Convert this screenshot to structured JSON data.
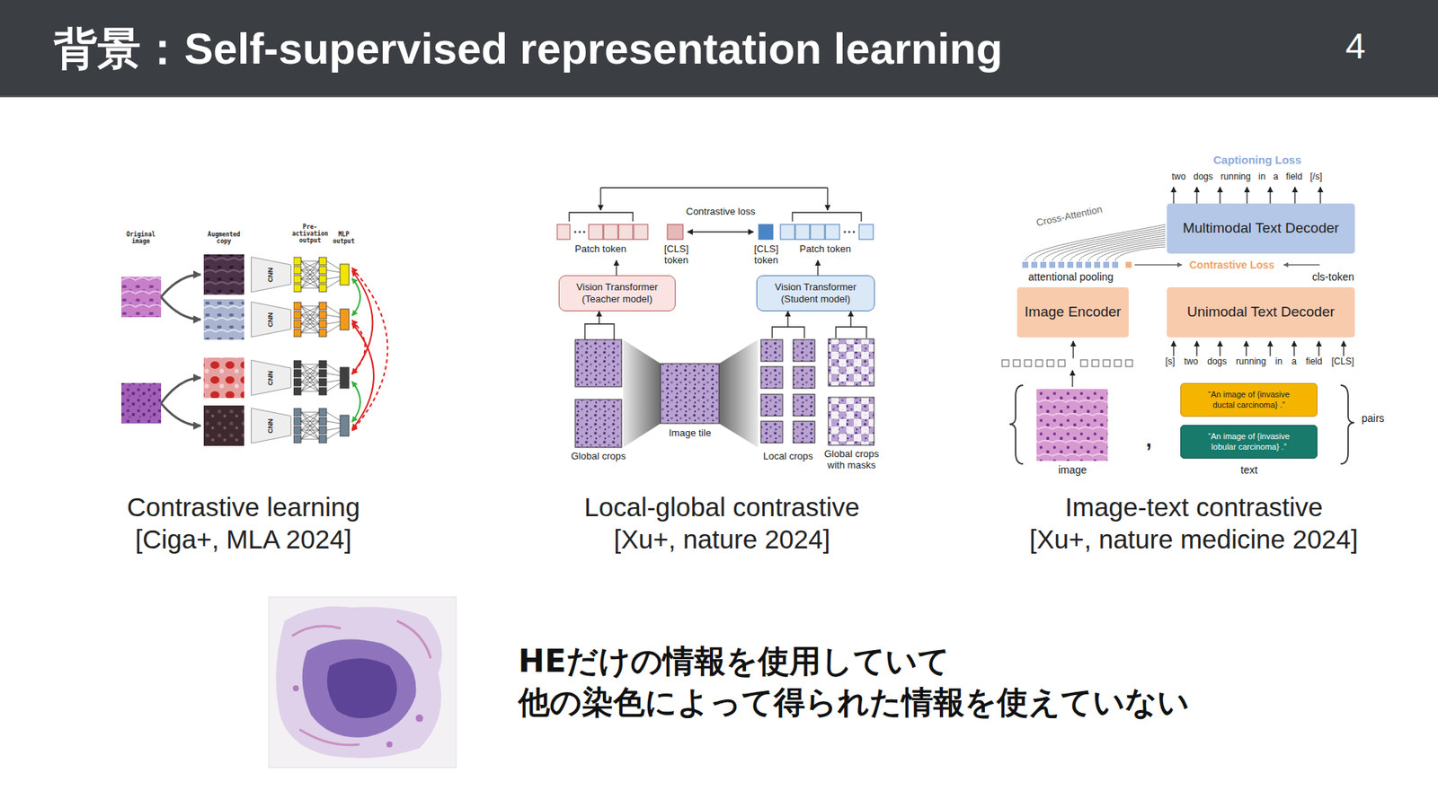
{
  "diagram": {
    "title": "背景：Self-supervised representation learning",
    "nodes": [
      {
        "text": [
          "CNN"
        ]
      },
      {
        "text": [
          "CNN"
        ]
      },
      {
        "text": [
          "CNN"
        ]
      },
      {
        "text": [
          "CNN"
        ]
      },
      {
        "text": [
          "Vision Transformer (Teacher model)"
        ]
      },
      {
        "text": [
          "Vision Transformer (Student model)"
        ]
      },
      {
        "text": [
          "Multimodal Text Decoder"
        ]
      },
      {
        "text": [
          "Image Encoder"
        ]
      },
      {
        "text": [
          "Unimodal Text Decoder"
        ]
      },
      {
        "text": [
          "“An image of {invasive ductal carcinoma} .”"
        ]
      },
      {
        "text": [
          "“An image of {invasive lobular carcinoma} .”"
        ]
      }
    ],
    "labels": [
      "4",
      "Original image",
      "Augmented copy",
      "Pre-activation output",
      "MLP output",
      "Contrastive loss",
      "Patch token",
      "[CLS] token",
      "[CLS] token",
      "Patch token",
      "Image tile",
      "Global crops",
      "Local crops",
      "Global crops with masks",
      "Captioning Loss",
      "two dogs running in a field [/s]",
      "Cross-Attention",
      "attentional pooling",
      "Contrastive Loss",
      "cls-token",
      "[s] two dogs running in a field [CLS]",
      ",",
      "pairs",
      "image",
      "text",
      "Contrastive learning",
      "[Ciga+, MLA 2024]",
      "Local-global contrastive",
      "[Xu+, nature 2024]",
      "Image-text contrastive",
      "[Xu+, nature medicine 2024]",
      "HEだけの情報を使用していて",
      "他の染色によって得られた情報を使えていない"
    ]
  }
}
